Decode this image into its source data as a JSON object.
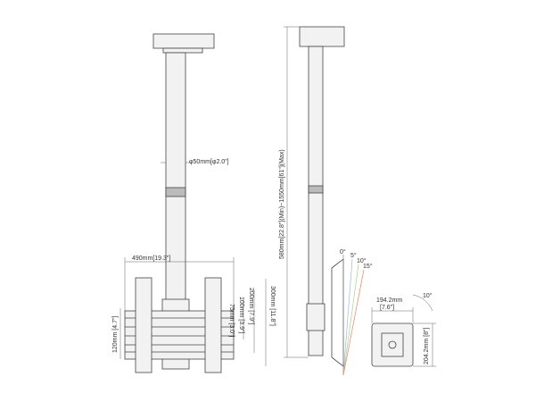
{
  "labels": {
    "pole_diameter": "φ50mm[φ2.0\"]",
    "width": "490mm[19.3\"]",
    "height_120": "120mm [4.7\"]",
    "height_300": "300mm [11.8\"]",
    "height_200": "200mm [7.9\"]",
    "height_100": "100mm [3.9\"]",
    "height_75": "75mm [3.0\"]",
    "length_range": "580mm[22.8\"](Min)~1550mm[61\"](Max)",
    "tilt_0": "0°",
    "tilt_5": "5°",
    "tilt_10": "10°",
    "tilt_15": "15°",
    "plate_width": "194.2mm",
    "plate_width_in": "[7.6\"]",
    "plate_height": "204.2mm [8\"]",
    "plate_rotation": "10°"
  },
  "colors": {
    "tilt_5": "#9db8e0",
    "tilt_10": "#a8d08d",
    "tilt_15": "#f08060"
  }
}
